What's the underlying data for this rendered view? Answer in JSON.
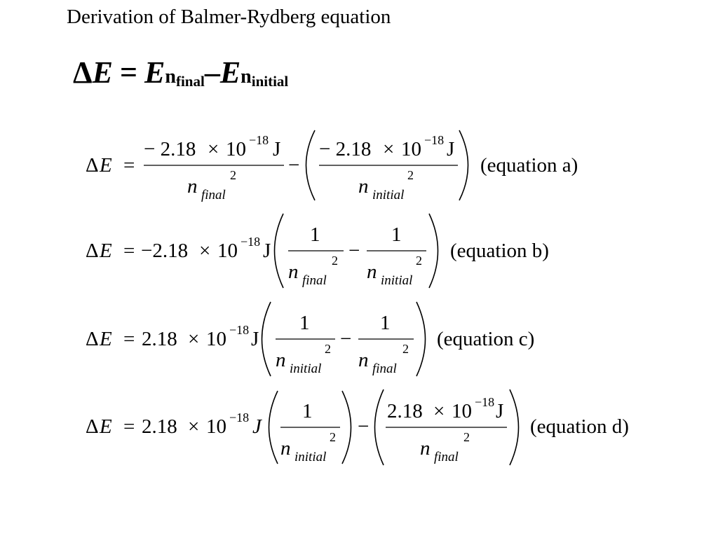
{
  "title": "Derivation of Balmer-Rydberg equation",
  "headline": {
    "delta": "Δ",
    "E": "E",
    "eq": "=",
    "minus": "–",
    "n": "n",
    "final": "final",
    "initial": "initial"
  },
  "common": {
    "deltaE": "ΔE",
    "delta": "Δ",
    "E": "E",
    "eq": "=",
    "minus": "−",
    "one": "1",
    "n": "n",
    "final": "final",
    "initial": "initial",
    "sq": "2",
    "J": "J",
    "mult": "×",
    "ten": "10",
    "exp": "−18"
  },
  "eqa": {
    "num_coef": "− 2.18",
    "label": "(equation a)"
  },
  "eqb": {
    "coef": "−2.18",
    "label": "(equation b)"
  },
  "eqc": {
    "coef": "2.18",
    "label": "(equation c)"
  },
  "eqd": {
    "coef": "2.18",
    "label": "(equation d)"
  }
}
